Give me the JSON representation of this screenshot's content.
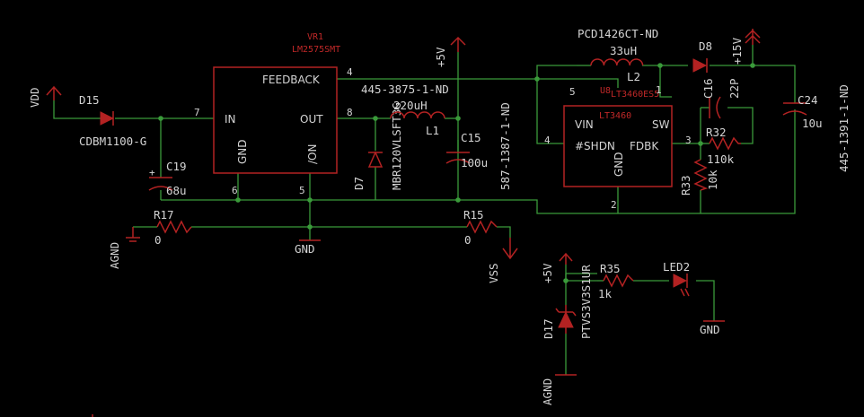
{
  "vr1": {
    "ref": "VR1",
    "part": "LM2575SMT",
    "pin_feedback": "FEEDBACK",
    "pin_in": "IN",
    "pin_out": "OUT",
    "pin_gnd": "GND",
    "pin_on": "/ON",
    "n4": "4",
    "n7": "7",
    "n8": "8",
    "n6": "6",
    "n5": "5"
  },
  "u8": {
    "ref": "U8",
    "part": "LT3460ES5",
    "label": "LT3460",
    "pin_vin": "VIN",
    "pin_shdn": "#SHDN",
    "pin_sw": "SW",
    "pin_fdbk": "FDBK",
    "pin_gnd": "GND",
    "n5": "5",
    "n1": "1",
    "n4": "4",
    "n3": "3",
    "n2": "2"
  },
  "parts": {
    "d15": "D15",
    "d15_val": "CDBM1100-G",
    "c19": "C19",
    "c19_val": "68u",
    "r17": "R17",
    "r17_val": "0",
    "r15": "R15",
    "r15_val": "0",
    "d7": "D7",
    "d7_val": "MBR120VLSFT3G",
    "l1": "L1",
    "l1_val": "220uH",
    "l1_pn": "445-3875-1-ND",
    "c15": "C15",
    "c15_val": "100u",
    "c15_pn": "587-1387-1-ND",
    "l2": "L2",
    "l2_val": "33uH",
    "l2_pn": "PCD1426CT-ND",
    "d8": "D8",
    "c16": "C16",
    "c16_val": "22P",
    "c24": "C24",
    "c24_val": "10u",
    "c24_pn": "445-1391-1-ND",
    "r32": "R32",
    "r32_val": "110k",
    "r33": "R33",
    "r33_val": "10k",
    "r35": "R35",
    "r35_val": "1k",
    "led2": "LED2",
    "d17": "D17",
    "d17_val": "PTVS3V3S1UR"
  },
  "supplies": {
    "vdd": "VDD",
    "p5v": "+5V",
    "p15v": "+15V",
    "agnd": "AGND",
    "gnd": "GND",
    "vss": "VSS"
  }
}
